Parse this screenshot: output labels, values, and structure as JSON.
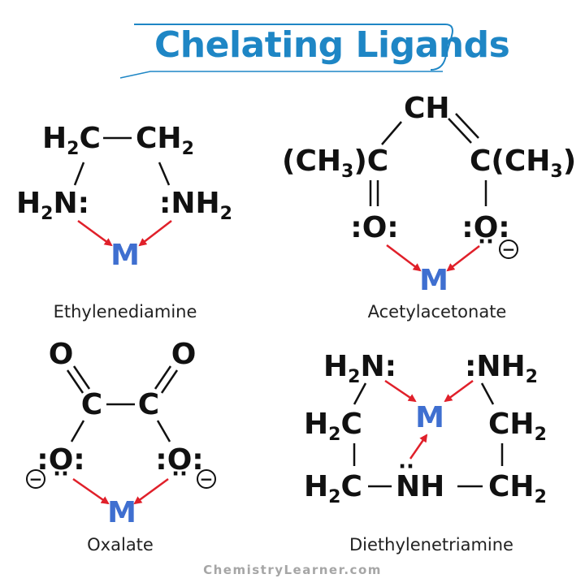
{
  "title": "Chelating Ligands",
  "colors": {
    "title": "#1e86c5",
    "metal": "#3f6fd0",
    "arrow": "#e0202a",
    "bond": "#111111"
  },
  "metal_symbol": "M",
  "ligands": [
    {
      "name": "Ethylenediamine",
      "atoms": {
        "c1_main": "H",
        "c1_sub": "2",
        "c1_tail": "C",
        "c2_main": "CH",
        "c2_sub": "2",
        "n1_main": "H",
        "n1_sub": "2",
        "n1_tail": "N:",
        "n2_main": ":NH",
        "n2_sub": "2"
      }
    },
    {
      "name": "Acetylacetonate",
      "atoms": {
        "ch": "CH",
        "left_a": "(CH",
        "left_sub": "3",
        "left_b": ")C",
        "right_a": "C(CH",
        "right_sub": "3",
        "right_b": ")",
        "o1": ":O:",
        "o2": ":O:",
        "dots_bottom": "··",
        "charge": "−"
      }
    },
    {
      "name": "Oxalate",
      "atoms": {
        "o_top1": "O",
        "o_top2": "O",
        "c1": "C",
        "c2": "C",
        "o1": ":O:",
        "o2": ":O:",
        "dots_bottom": "··",
        "charge1": "−",
        "charge2": "−"
      }
    },
    {
      "name": "Diethylenetriamine",
      "atoms": {
        "n1_main": "H",
        "n1_sub": "2",
        "n1_tail": "N:",
        "n2_main": ":NH",
        "n2_sub": "2",
        "c_left_top_main": "H",
        "c_left_top_sub": "2",
        "c_left_top_tail": "C",
        "c_right_top_main": "CH",
        "c_right_top_sub": "2",
        "c_left_bot_main": "H",
        "c_left_bot_sub": "2",
        "c_left_bot_tail": "C",
        "nh": "NH",
        "nh_dots": "··",
        "c_right_bot_main": "CH",
        "c_right_bot_sub": "2"
      }
    }
  ],
  "footer": "ChemistryLearner.com"
}
